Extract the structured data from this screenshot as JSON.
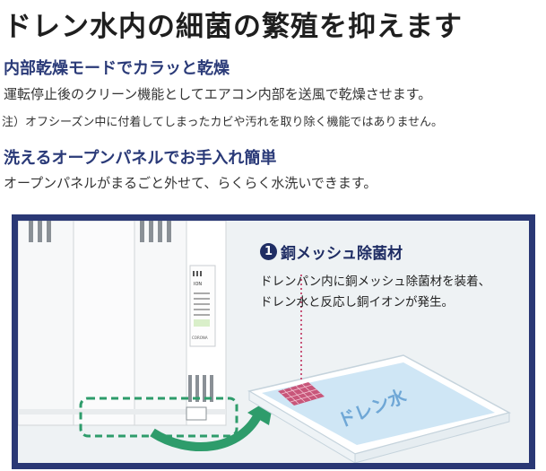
{
  "headline": "ドレン水内の細菌の繁殖を抑えます",
  "section1": {
    "title": "内部乾燥モードでカラッと乾燥",
    "body": "運転停止後のクリーン機能としてエアコン内部を送風で乾燥させます。",
    "note": "注）オフシーズン中に付着してしまったカビや汚れを取り除く機能ではありません。"
  },
  "section2": {
    "title": "洗えるオープンパネルでお手入れ簡単",
    "body": "オープンパネルがまるごと外せて、らくらく水洗いできます。"
  },
  "illustration": {
    "callout_number": "1",
    "callout_title": "銅メッシュ除菌材",
    "callout_line1": "ドレンパン内に銅メッシュ除菌材を装着、",
    "callout_line2": "ドレン水と反応し銅イオンが発生。",
    "tray_label": "ドレン水",
    "unit_brand": "CORONA",
    "unit_model": "ION",
    "colors": {
      "frame": "#2a3875",
      "arrow": "#2e9c6b",
      "dashed_box": "#2e9c6b",
      "water": "#cfe6f5",
      "mesh": "#c8567a"
    }
  }
}
